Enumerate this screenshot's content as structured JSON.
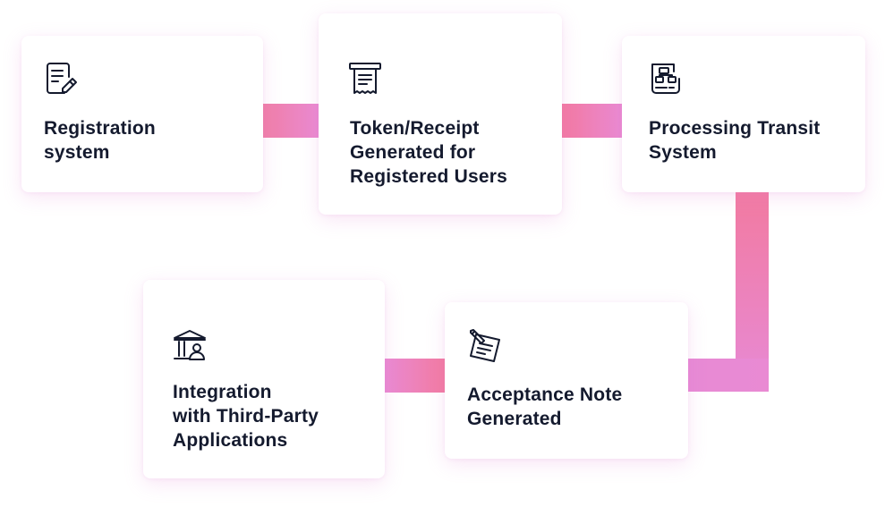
{
  "steps": [
    {
      "label": "Registration\nsystem",
      "icon": "document-pen-icon"
    },
    {
      "label": "Token/Receipt\nGenerated for\nRegistered Users",
      "icon": "receipt-printer-icon"
    },
    {
      "label": "Processing Transit\nSystem",
      "icon": "flowchart-document-icon"
    },
    {
      "label": "Integration\nwith Third-Party\nApplications",
      "icon": "bank-user-icon"
    },
    {
      "label": "Acceptance Note\nGenerated",
      "icon": "note-pencil-icon"
    }
  ],
  "colors": {
    "connector_start": "#f27aa0",
    "connector_end": "#e98ad3",
    "text": "#141a2e",
    "icon_stroke": "#141a2e"
  }
}
